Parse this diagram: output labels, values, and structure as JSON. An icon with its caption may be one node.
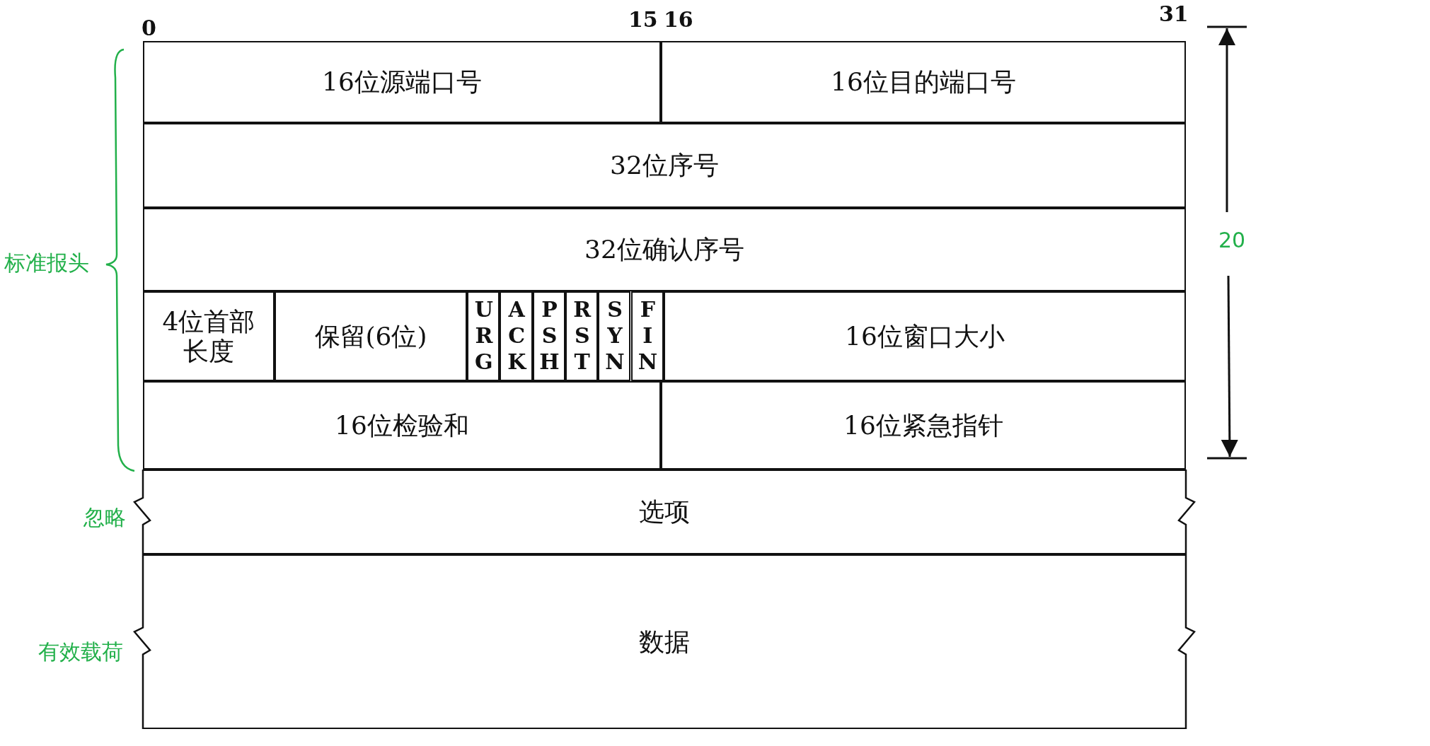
{
  "diagram": {
    "nodes": [
      {
        "text": [
          "16位源端口号"
        ]
      },
      {
        "text": [
          "16位目的端口号"
        ]
      },
      {
        "text": [
          "32位序号"
        ]
      },
      {
        "text": [
          "32位确认序号"
        ]
      },
      {
        "text": [
          "4位首部长度"
        ]
      },
      {
        "text": [
          "保留(6位)"
        ]
      },
      {
        "text": [
          "URG"
        ]
      },
      {
        "text": [
          "ACK"
        ]
      },
      {
        "text": [
          "PSH"
        ]
      },
      {
        "text": [
          "RST"
        ]
      },
      {
        "text": [
          "SYN"
        ]
      },
      {
        "text": [
          "FIN"
        ]
      },
      {
        "text": [
          "16位窗口大小"
        ]
      },
      {
        "text": [
          "16位检验和"
        ]
      },
      {
        "text": [
          "16位紧急指针"
        ]
      },
      {
        "text": [
          "选项"
        ]
      },
      {
        "text": [
          "数据"
        ]
      }
    ],
    "labels": [
      "0",
      "15",
      "16",
      "31",
      "20",
      "标准报头",
      "忽略",
      "有效载荷"
    ]
  }
}
